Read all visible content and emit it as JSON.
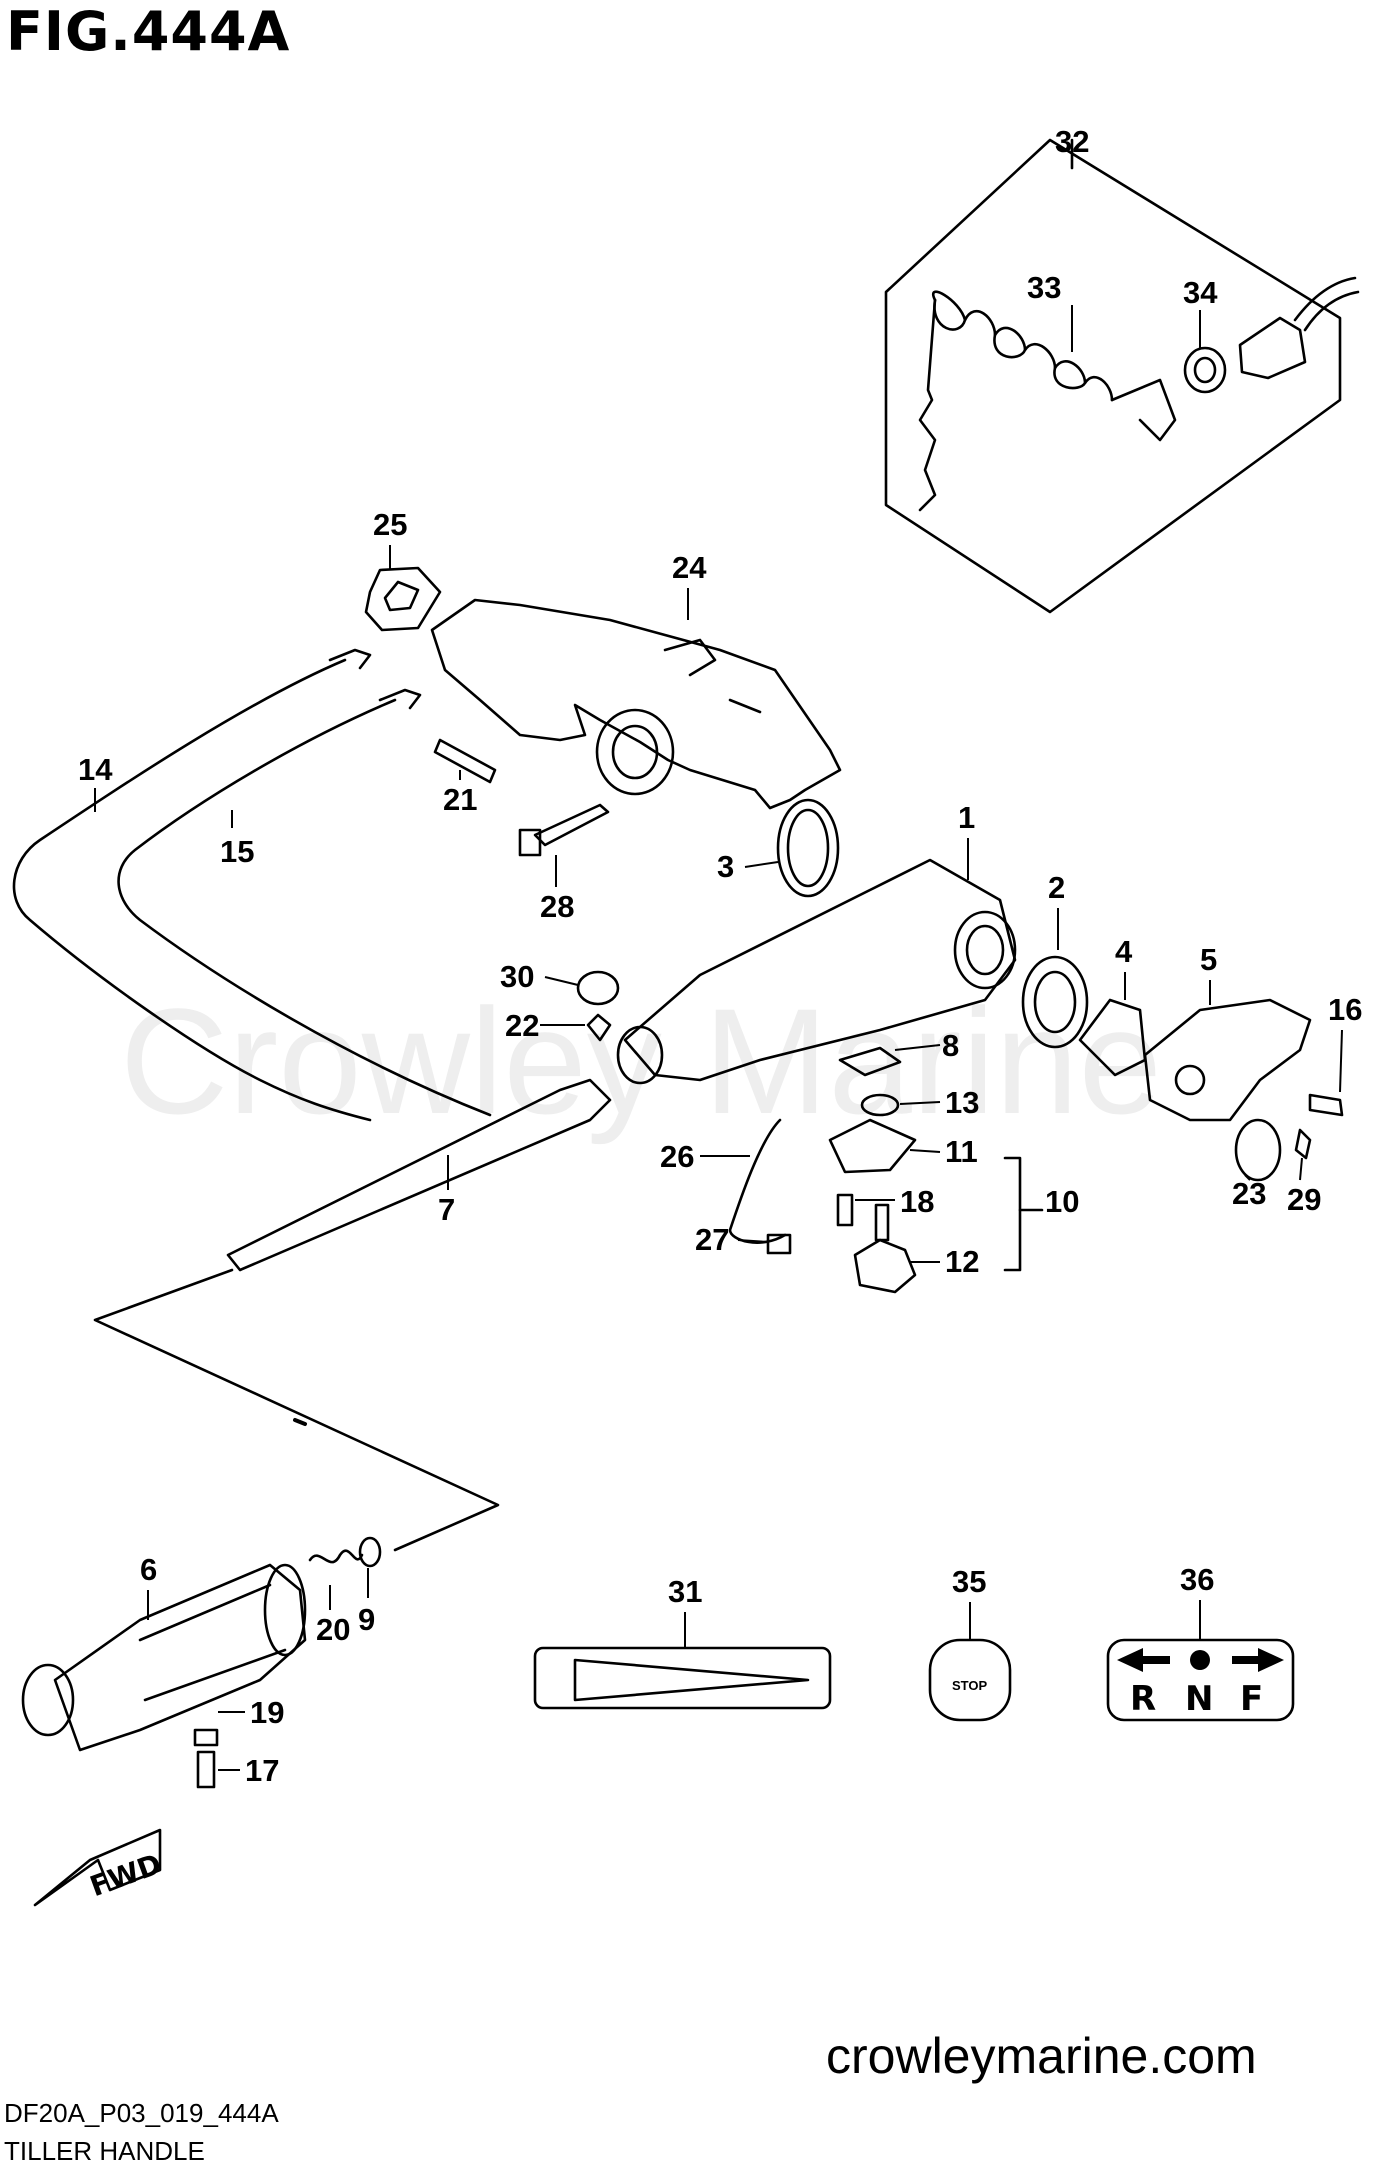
{
  "figure": {
    "title": "FIG.444A"
  },
  "watermark": "Crowley Marine",
  "footer": {
    "website": "crowleymarine.com",
    "diagram_code": "DF20A_P03_019_444A",
    "subtitle": "TILLER HANDLE"
  },
  "callouts": [
    "1",
    "2",
    "3",
    "4",
    "5",
    "6",
    "7",
    "8",
    "9",
    "10",
    "11",
    "12",
    "13",
    "14",
    "15",
    "16",
    "17",
    "18",
    "19",
    "20",
    "21",
    "22",
    "23",
    "24",
    "25",
    "26",
    "27",
    "28",
    "29",
    "30",
    "31",
    "32",
    "33",
    "34",
    "35",
    "36"
  ],
  "labels": {
    "stop_switch": "STOP",
    "shift_r": "R",
    "shift_n": "N",
    "shift_f": "F",
    "fwd_arrow": "FWD"
  }
}
